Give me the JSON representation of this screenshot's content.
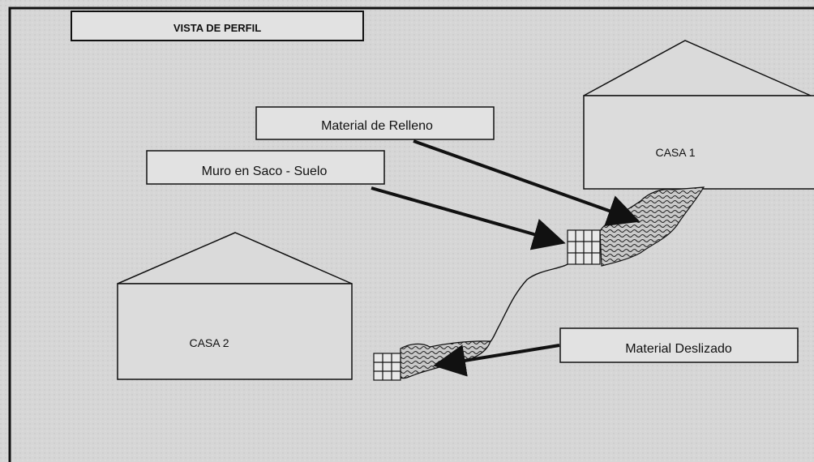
{
  "header": {
    "title": "VISTA DE PERFIL"
  },
  "houses": {
    "casa1": "CASA 1",
    "casa2": "CASA 2"
  },
  "callouts": {
    "relleno": "Material de Relleno",
    "muro": "Muro en Saco - Suelo",
    "deslizado": "Material Deslizado"
  },
  "colors": {
    "background": "#d8d8d8",
    "line": "#111111",
    "box_fill": "#e2e2e2"
  }
}
